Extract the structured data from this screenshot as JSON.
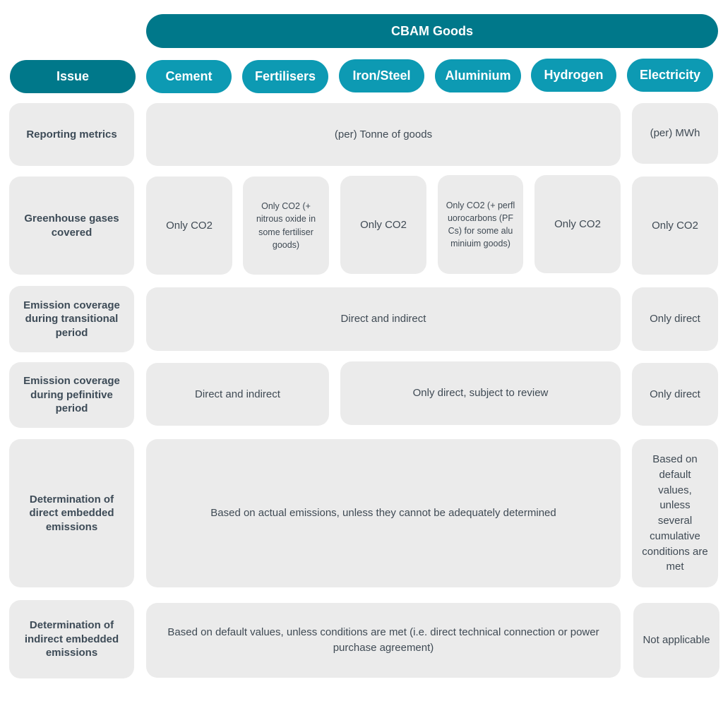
{
  "header": {
    "cbam_goods": "CBAM Goods",
    "issue": "Issue",
    "goods": [
      "Cement",
      "Fertilisers",
      "Iron/Steel",
      "Aluminium",
      "Hydrogen",
      "Electricity"
    ]
  },
  "rows": {
    "reporting_metrics": {
      "issue": "Reporting metrics",
      "goods": "(per) Tonne of goods",
      "electricity": "(per) MWh"
    },
    "greenhouse_gases": {
      "issue": "Greenhouse gases covered",
      "cement": "Only CO2",
      "fertilisers": "Only CO2 (+ nitrous oxide in some fertiliser goods)",
      "iron_steel": "Only CO2",
      "aluminium": "Only CO2 (+ perfluorocarbons (PFCs) for some aluminiuim goods)",
      "hydrogen": "Only CO2",
      "electricity": "Only CO2"
    },
    "transitional": {
      "issue": "Emission coverage during transitional period",
      "goods": "Direct and indirect",
      "electricity": "Only direct"
    },
    "definitive": {
      "issue": "Emission coverage during pefinitive period",
      "cement_fertilisers": "Direct and indirect",
      "others": "Only direct, subject to review",
      "electricity": "Only direct"
    },
    "direct_embedded": {
      "issue": "Determination of direct embedded emissions",
      "goods": "Based on actual emissions, unless they cannot be adequately determined",
      "electricity": "Based on default values, unless several cumulative conditions are met"
    },
    "indirect_embedded": {
      "issue": "Determination of indirect embedded emissions",
      "goods": "Based on default values, unless conditions are met (i.e. direct technical connection or power purchase agreement)",
      "electricity": "Not applicable"
    }
  },
  "colors": {
    "header_dark": "#00788a",
    "header_light": "#0d9ab3",
    "cell_bg": "#ebebeb",
    "text": "#3f4a54"
  }
}
